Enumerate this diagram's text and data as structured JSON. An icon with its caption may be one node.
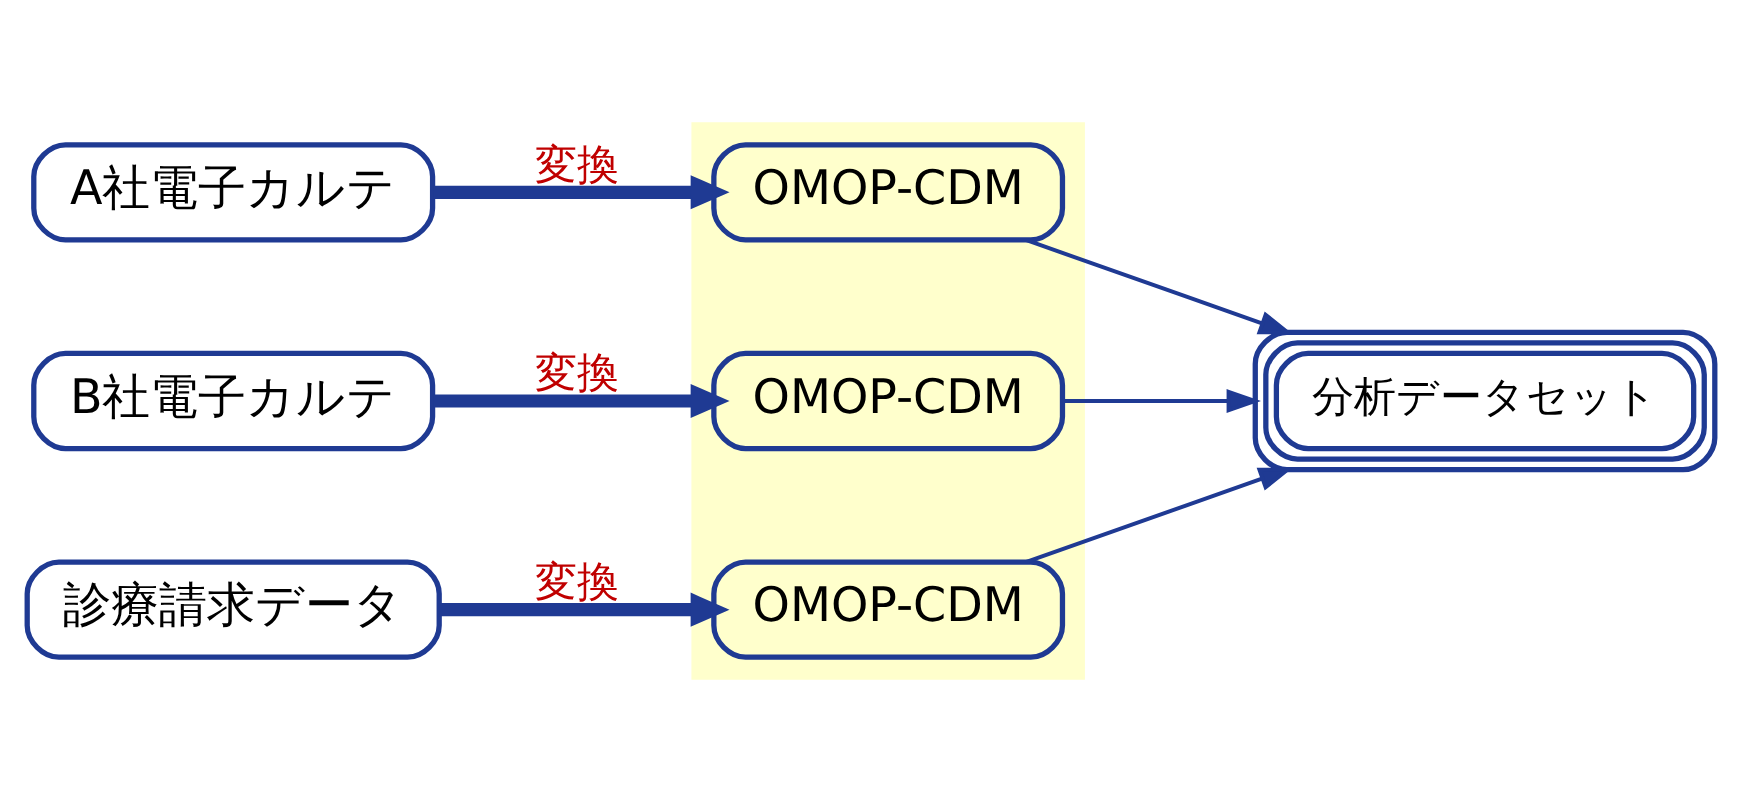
{
  "diagram": {
    "nodes": [
      {
        "text": [
          "A社電子カルテ"
        ]
      },
      {
        "text": [],
        "shape": "box"
      },
      {
        "text": [
          "OMOP-CDM"
        ],
        "in": 1
      },
      {
        "text": [
          "B社電子カルテ"
        ]
      },
      {
        "text": [
          "OMOP-CDM"
        ],
        "in": 1
      },
      {
        "text": [
          "診療請求データ"
        ]
      },
      {
        "text": [
          "OMOP-CDM"
        ],
        "in": 1
      },
      {
        "text": [
          "分析データセット"
        ]
      }
    ],
    "edges": [
      {
        "from": 0,
        "to": 2,
        "arrow": "to",
        "label": "変換",
        "style": "thick"
      },
      {
        "from": 3,
        "to": 4,
        "arrow": "to",
        "label": "変換",
        "style": "thick"
      },
      {
        "from": 5,
        "to": 6,
        "arrow": "to",
        "label": "変換",
        "style": "thick"
      },
      {
        "from": 2,
        "to": 7,
        "arrow": "to"
      },
      {
        "from": 4,
        "to": 7,
        "arrow": "to"
      },
      {
        "from": 6,
        "to": 7,
        "arrow": "to"
      }
    ]
  }
}
